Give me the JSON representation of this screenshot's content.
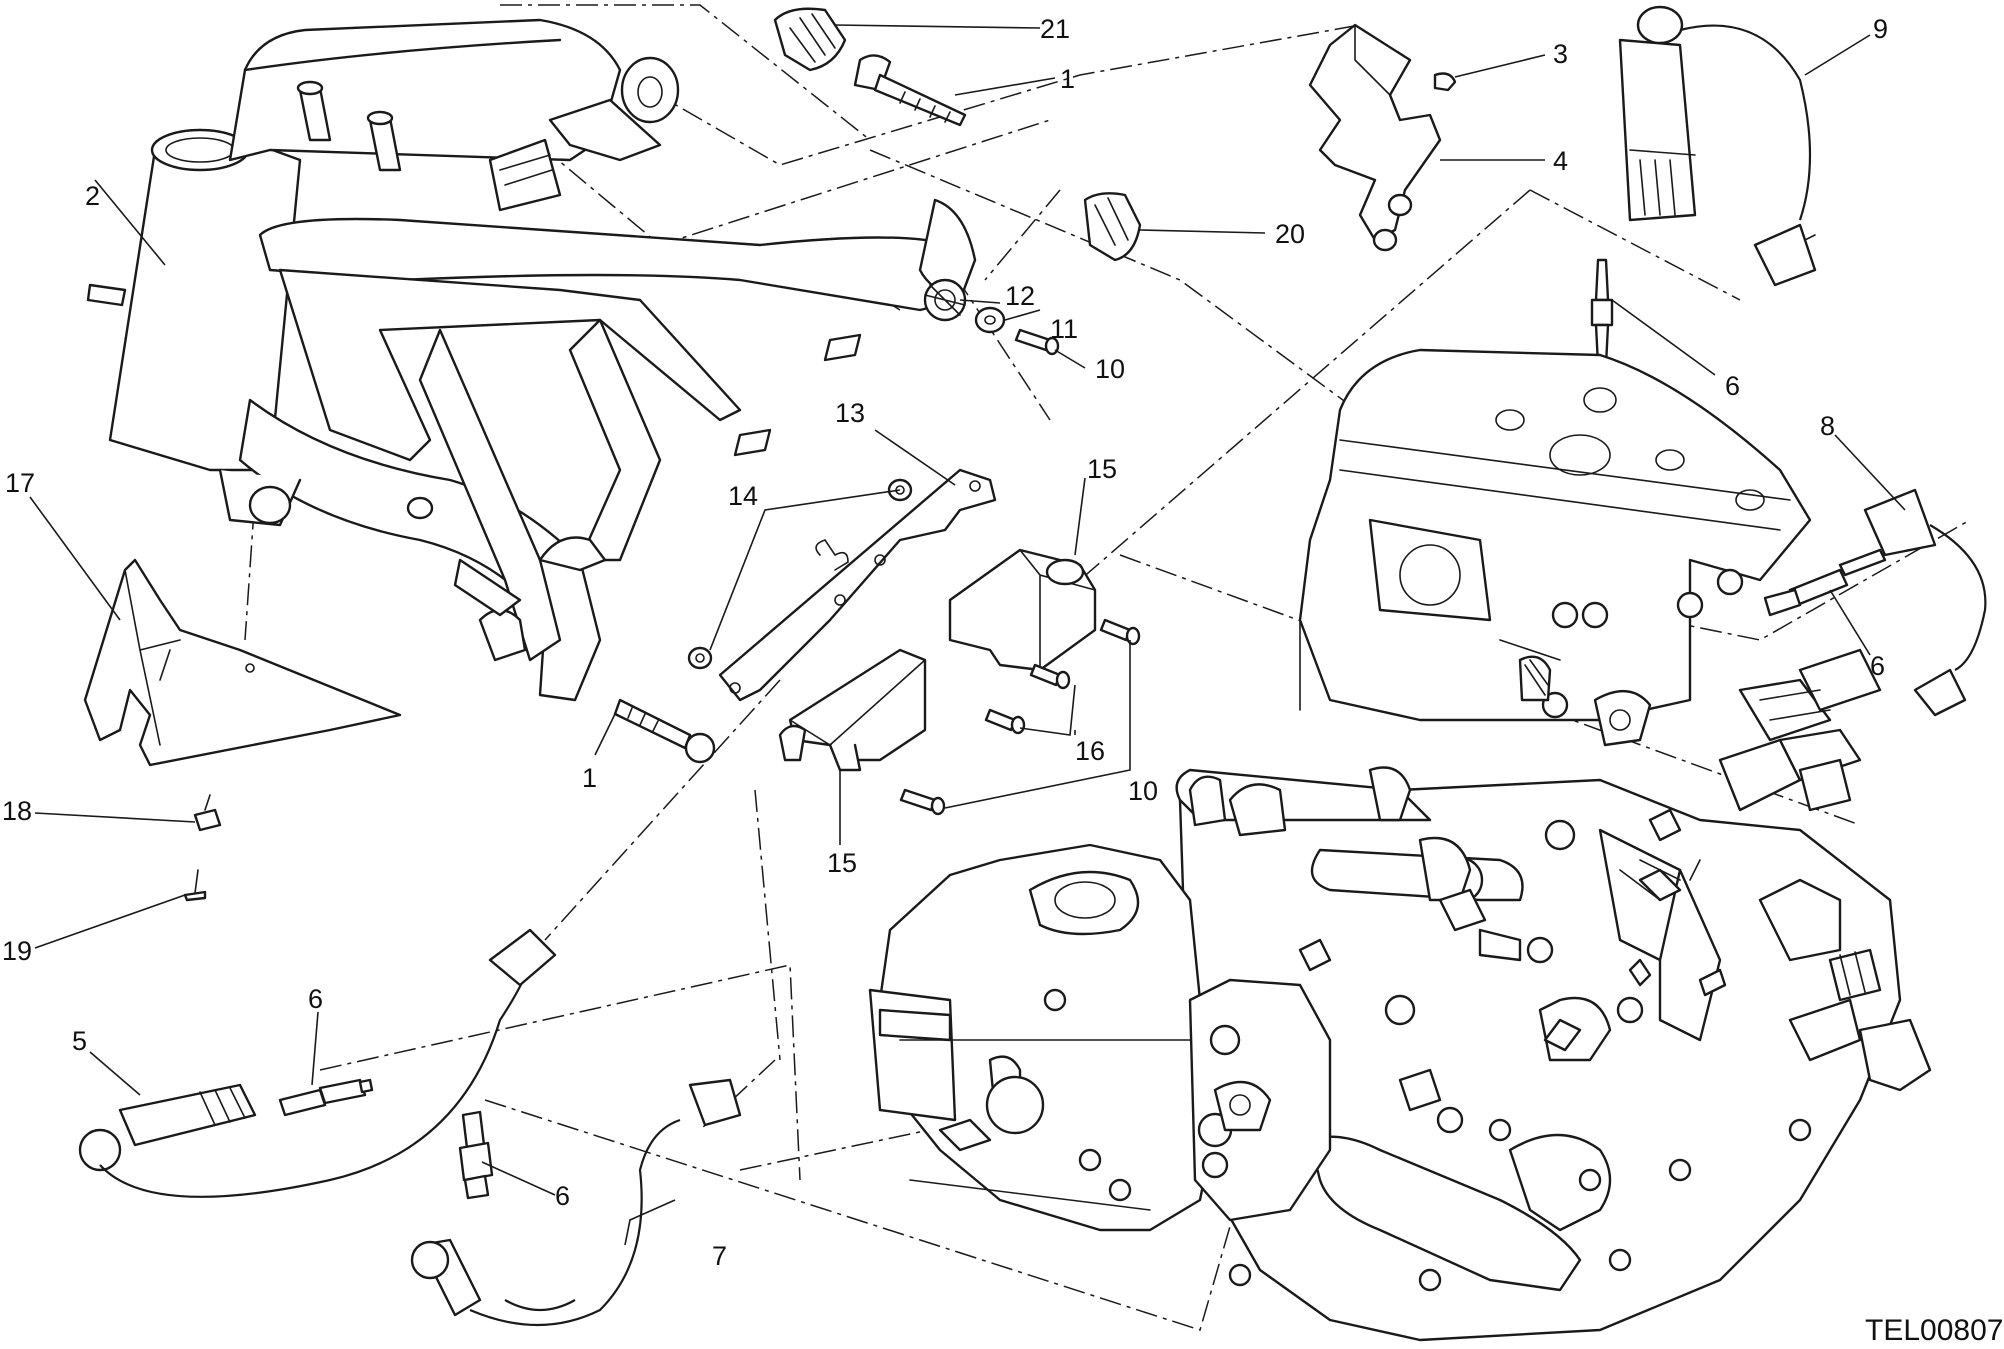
{
  "drawing_code": "TEL00807",
  "callouts": [
    {
      "id": "c1a",
      "label": "1"
    },
    {
      "id": "c1b",
      "label": "1"
    },
    {
      "id": "c2",
      "label": "2"
    },
    {
      "id": "c3",
      "label": "3"
    },
    {
      "id": "c4",
      "label": "4"
    },
    {
      "id": "c5",
      "label": "5"
    },
    {
      "id": "c6a",
      "label": "6"
    },
    {
      "id": "c6b",
      "label": "6"
    },
    {
      "id": "c6c",
      "label": "6"
    },
    {
      "id": "c6d",
      "label": "6"
    },
    {
      "id": "c7",
      "label": "7"
    },
    {
      "id": "c8",
      "label": "8"
    },
    {
      "id": "c9",
      "label": "9"
    },
    {
      "id": "c10a",
      "label": "10"
    },
    {
      "id": "c10b",
      "label": "10"
    },
    {
      "id": "c11",
      "label": "11"
    },
    {
      "id": "c12",
      "label": "12"
    },
    {
      "id": "c13",
      "label": "13"
    },
    {
      "id": "c14",
      "label": "14"
    },
    {
      "id": "c15a",
      "label": "15"
    },
    {
      "id": "c15b",
      "label": "15"
    },
    {
      "id": "c16",
      "label": "16"
    },
    {
      "id": "c17",
      "label": "17"
    },
    {
      "id": "c18",
      "label": "18"
    },
    {
      "id": "c19",
      "label": "19"
    },
    {
      "id": "c20",
      "label": "20"
    },
    {
      "id": "c21",
      "label": "21"
    }
  ]
}
